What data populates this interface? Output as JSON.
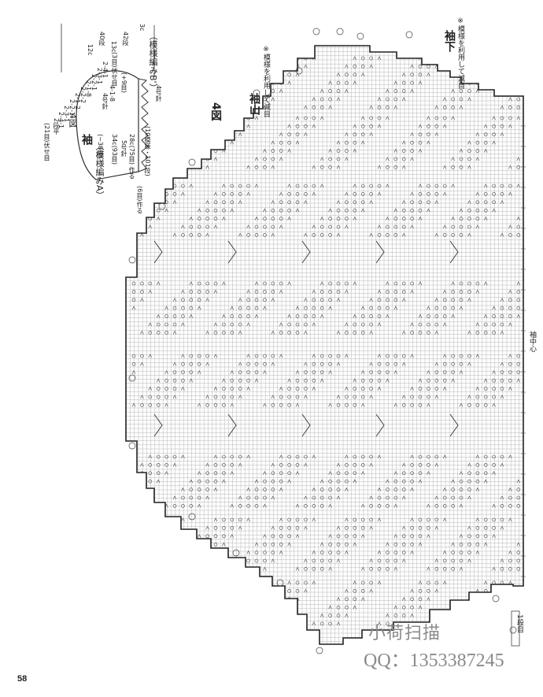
{
  "page_number": "58",
  "watermark": {
    "line1": "小荷扫描",
    "line2": "QQ：1353387245"
  },
  "diagram_title": "4図",
  "labels": {
    "sleeve_cap": "袖山",
    "sleeve_cap_note": "※模様を利用して減目",
    "underarm": "袖下",
    "underarm_note": "※模様を利用して減目",
    "sleeve_center": "袖中心",
    "row_one_label": "1段目"
  },
  "schematic": {
    "figure": "4図",
    "part": "袖",
    "pattern_a": "（模様編みA）",
    "pattern_b": "（模様編みB'）",
    "width_bottom": "28c(75目) 作る",
    "width_top": "34c(93目)",
    "needle_a": "5号針",
    "needle_b": "4号針",
    "rows_a": "(10模様・101段)",
    "rows_b": "4号針",
    "inc_note": "(+9目)",
    "cap_rows": "(−36目)",
    "dec_steps": [
      "2段平",
      "2-4-1",
      "2-3-1",
      "2-2-1",
      "2-1-2",
      "2-2-2",
      "2-1-8",
      "2-2-1",
      "2-3-1",
      "2-4-1"
    ],
    "dec_note": "(21目)伏せ目",
    "top_bind": "(3目)伏せ目",
    "dims_right": [
      "12c",
      "40段",
      "13c",
      "42段"
    ],
    "side_note": "(6目)作る",
    "cast_note": "4-1-8",
    "edge_note": "3c"
  }
}
